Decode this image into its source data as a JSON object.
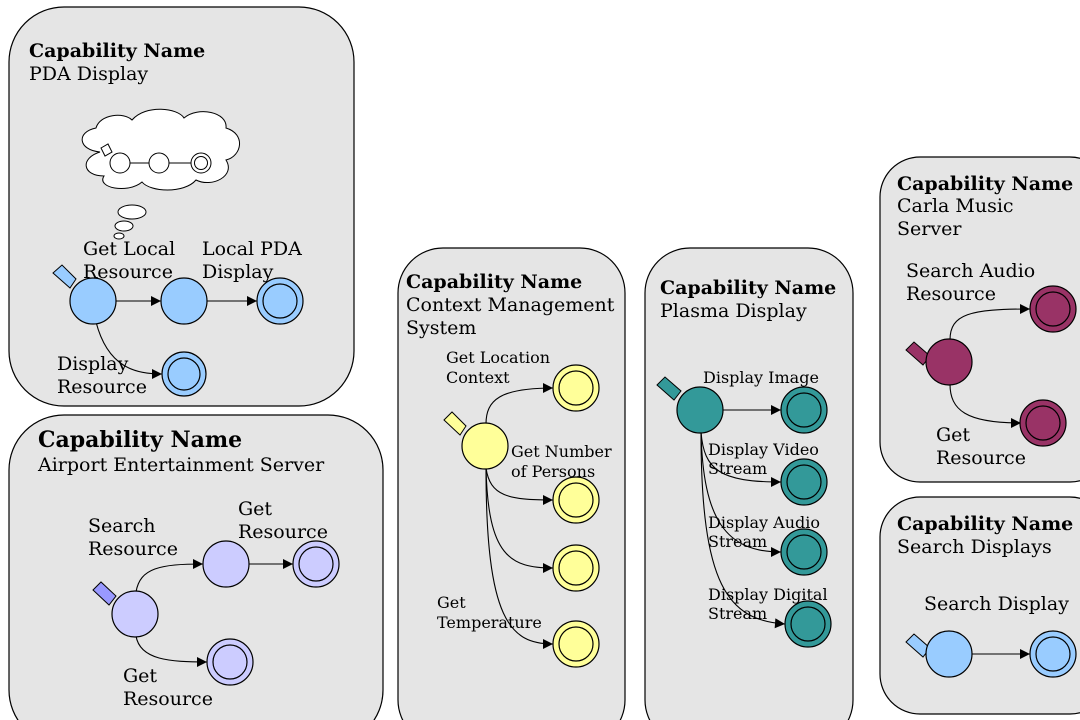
{
  "panels": {
    "pda": {
      "header": "Capability Name",
      "subtitle": "PDA Display",
      "labels": {
        "get_local_1": "Get Local",
        "get_local_2": "Resource",
        "local_pda_1": "Local PDA",
        "local_pda_2": "Display",
        "display_res_1": "Display",
        "display_res_2": "Resource"
      },
      "color": "#99ccff"
    },
    "airport": {
      "header": "Capability Name",
      "subtitle": "Airport Entertainment Server",
      "labels": {
        "search_1": "Search",
        "search_2": "Resource",
        "get_top_1": "Get",
        "get_top_2": "Resource",
        "get_bot_1": "Get",
        "get_bot_2": "Resource"
      },
      "color": "#ccccff"
    },
    "context": {
      "header": "Capability Name",
      "subtitle_1": "Context Management",
      "subtitle_2": "System",
      "labels": {
        "loc_1": "Get Location",
        "loc_2": "Context",
        "num_1": "Get Number",
        "num_2": "of Persons",
        "temp_1": "Get",
        "temp_2": "Temperature"
      },
      "color": "#ffff99"
    },
    "plasma": {
      "header": "Capability Name",
      "subtitle": "Plasma Display",
      "labels": {
        "image": "Display Image",
        "video_1": "Display Video",
        "video_2": "Stream",
        "audio_1": "Display Audio",
        "audio_2": "Stream",
        "digital_1": "Display Digital",
        "digital_2": "Stream"
      },
      "color": "#339999"
    },
    "carla": {
      "header": "Capability Name",
      "subtitle_1": "Carla Music",
      "subtitle_2": "Server",
      "labels": {
        "search_1": "Search Audio",
        "search_2": "Resource",
        "get_1": "Get",
        "get_2": "Resource"
      },
      "color": "#993366"
    },
    "search": {
      "header": "Capability Name",
      "subtitle": "Search Displays",
      "labels": {
        "search": "Search Display"
      },
      "color": "#99ccff"
    }
  }
}
